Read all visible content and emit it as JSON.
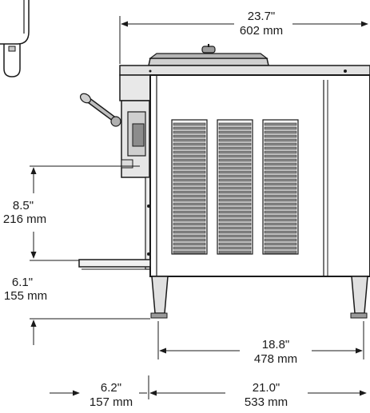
{
  "dimensions": {
    "overall_width": {
      "imperial": "23.7\"",
      "metric": "602 mm"
    },
    "spout_clearance": {
      "imperial": "8.5\"",
      "metric": "216 mm"
    },
    "leg_height": {
      "imperial": "6.1\"",
      "metric": "155 mm"
    },
    "leg_span": {
      "imperial": "18.8\"",
      "metric": "478 mm"
    },
    "drip_tray_depth": {
      "imperial": "6.2\"",
      "metric": "157 mm"
    },
    "base_depth": {
      "imperial": "21.0\"",
      "metric": "533 mm"
    }
  }
}
